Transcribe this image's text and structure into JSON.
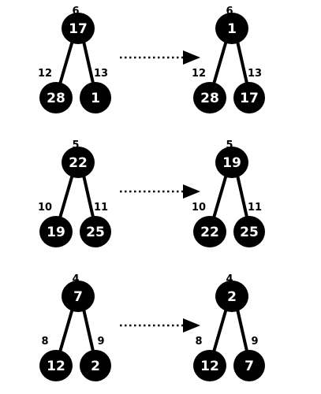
{
  "colors": {
    "node_fill": "#000000",
    "node_text": "#ffffff",
    "edge": "#000000",
    "background": "#ffffff"
  },
  "steps": [
    {
      "before": {
        "root": {
          "value": "17",
          "index": "6"
        },
        "left": {
          "value": "28",
          "index": "12"
        },
        "right": {
          "value": "1",
          "index": "13"
        }
      },
      "after": {
        "root": {
          "value": "1",
          "index": "6"
        },
        "left": {
          "value": "28",
          "index": "12"
        },
        "right": {
          "value": "17",
          "index": "13"
        }
      }
    },
    {
      "before": {
        "root": {
          "value": "22",
          "index": "5"
        },
        "left": {
          "value": "19",
          "index": "10"
        },
        "right": {
          "value": "25",
          "index": "11"
        }
      },
      "after": {
        "root": {
          "value": "19",
          "index": "5"
        },
        "left": {
          "value": "22",
          "index": "10"
        },
        "right": {
          "value": "25",
          "index": "11"
        }
      }
    },
    {
      "before": {
        "root": {
          "value": "7",
          "index": "4"
        },
        "left": {
          "value": "12",
          "index": "8"
        },
        "right": {
          "value": "2",
          "index": "9"
        }
      },
      "after": {
        "root": {
          "value": "2",
          "index": "4"
        },
        "left": {
          "value": "12",
          "index": "8"
        },
        "right": {
          "value": "7",
          "index": "9"
        }
      }
    }
  ]
}
